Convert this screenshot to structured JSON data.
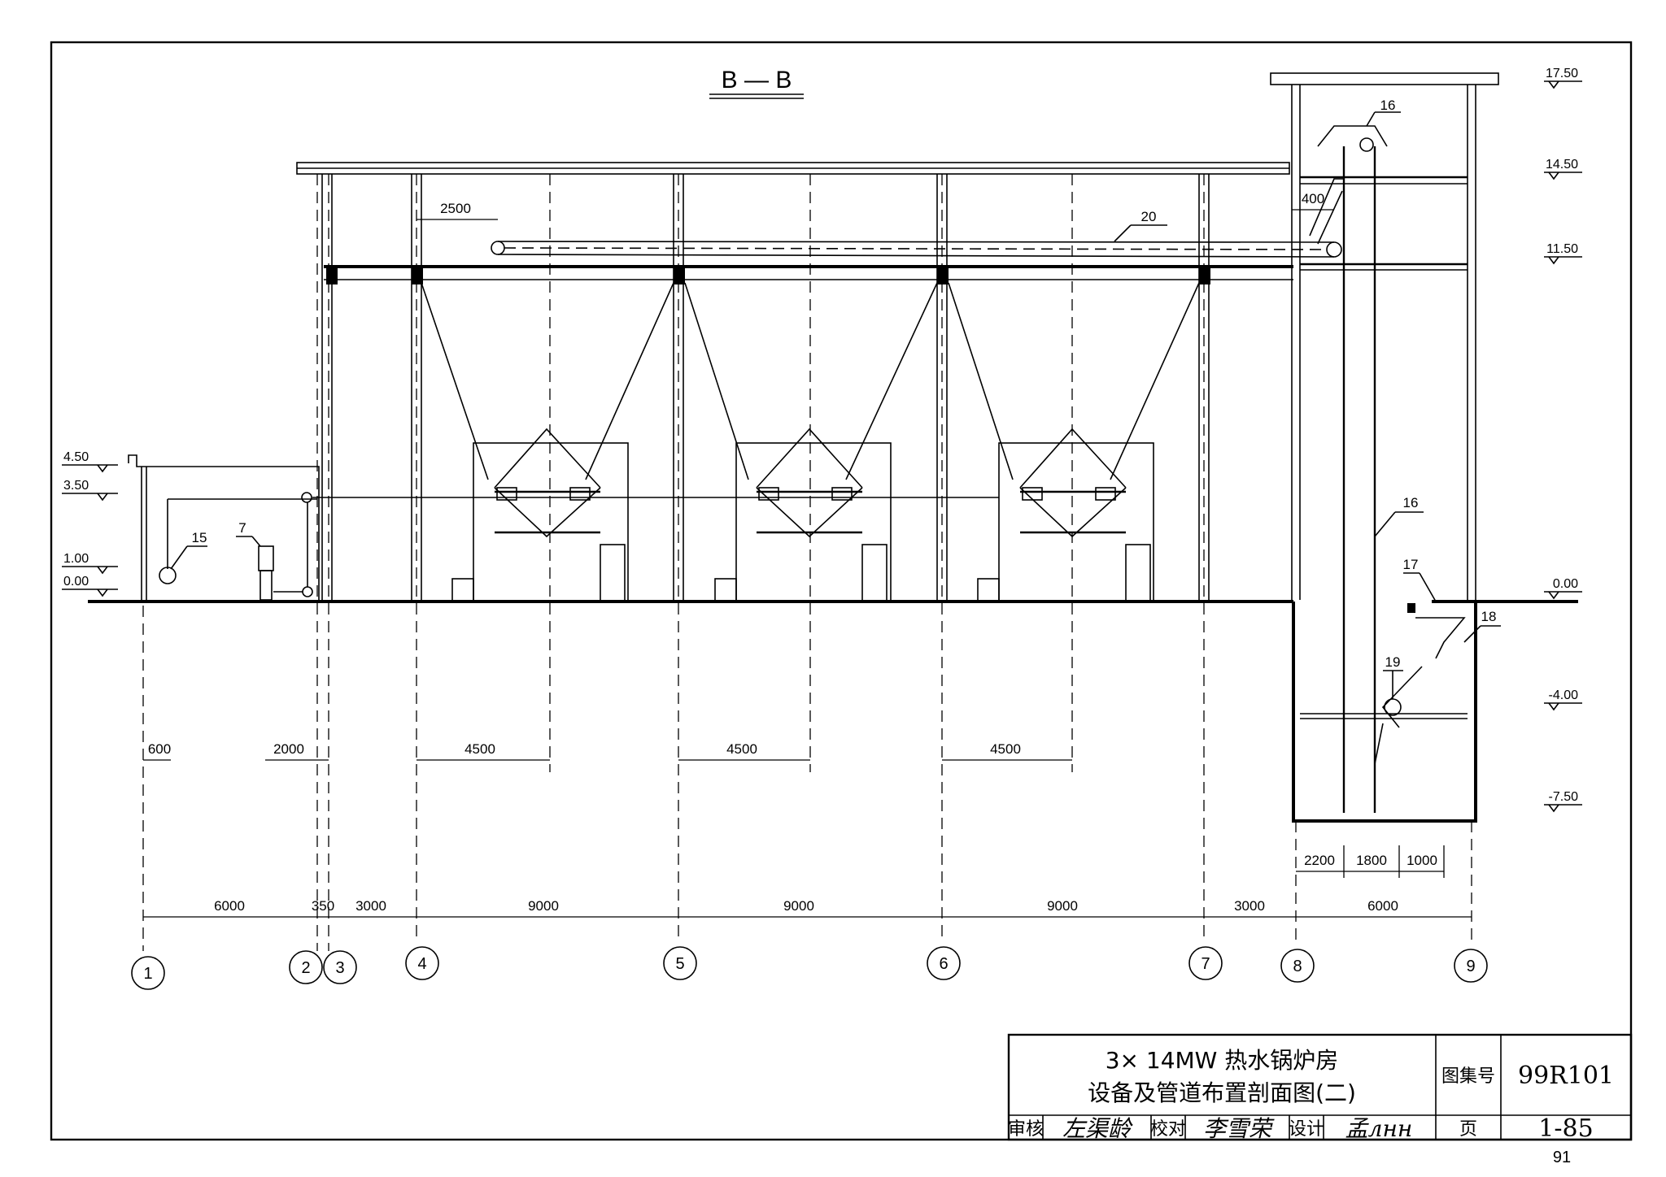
{
  "section_title": "B — B",
  "elevations": [
    "17.50",
    "14.50",
    "11.50",
    "0.00",
    "-4.00",
    "-7.50",
    "4.50",
    "3.50",
    "1.00",
    "0.00"
  ],
  "callouts": [
    "16",
    "20",
    "16",
    "17",
    "18",
    "19",
    "15",
    "7"
  ],
  "dims_row1": [
    "600",
    "2000",
    "4500",
    "4500",
    "4500"
  ],
  "dims_row2": [
    "2200",
    "1800",
    "1000"
  ],
  "dims_row3": [
    "6000",
    "350",
    "3000",
    "9000",
    "9000",
    "9000",
    "3000",
    "6000"
  ],
  "dim_2500": "2500",
  "dim_400": "400",
  "axes": [
    "1",
    "2",
    "3",
    "4",
    "5",
    "6",
    "7",
    "8",
    "9"
  ],
  "title_block": {
    "title_line1": "3× 14MW 热水锅炉房",
    "title_line2": "设备及管道布置剖面图(二)",
    "atlas_label": "图集号",
    "atlas_no": "99R101",
    "page_label": "页",
    "page_no": "1-85",
    "review_label": "审核",
    "review_sig": "左渠龄",
    "check_label": "校对",
    "check_sig": "李雪荣",
    "design_label": "设计",
    "design_sig": "孟лнн"
  },
  "sheet_number": "91"
}
